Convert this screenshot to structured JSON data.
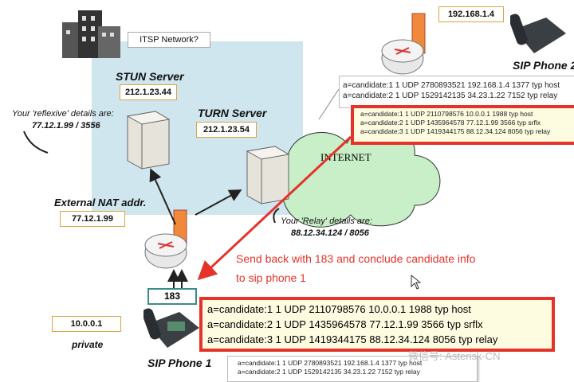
{
  "itsp_label": "ITSP Network?",
  "stun": {
    "title": "STUN Server",
    "ip": "212.1.23.44"
  },
  "turn": {
    "title": "TURN Server",
    "ip": "212.1.23.54"
  },
  "reflexive": {
    "line1": "Your 'reflexive' details are:",
    "line2": "77.12.1.99 / 3556"
  },
  "relay": {
    "line1": "Your 'Relay' details are:",
    "line2": "88.12.34.124 / 8056"
  },
  "nat": {
    "title": "External NAT addr.",
    "ip": "77.12.1.99"
  },
  "internet": "INTERNET",
  "message": {
    "line1": "Send back with 183 and conclude candidate info",
    "line2": "to sip phone 1"
  },
  "response_code": "183",
  "phone1": {
    "title": "SIP Phone 1",
    "ip": "10.0.0.1",
    "network": "private"
  },
  "phone2": {
    "title": "SIP Phone 2",
    "ip": "192.168.1.4"
  },
  "phone2_candidates": [
    "a=candidate:1 1 UDP 2780893521 192.168.1.4 1377 typ host",
    "a=candidate:2 1 UDP 1529142135 34.23.1.22 7152 typ relay"
  ],
  "phone1_candidates": [
    "a=candidate:1 1 UDP 2110798576 10.0.0.1 1988 typ host",
    "a=candidate:2 1 UDP 1435964578 77.12.1.99 3566 typ srflx",
    "a=candidate:3 1 UDP 1419344175 88.12.34.124 8056 typ relay"
  ],
  "watermark": "微信号: Asterisk-CN",
  "colors": {
    "accent_red": "#e5332a",
    "network_blue": "#cfe6ee",
    "cloud_green": "#c8efc8",
    "note_yellow": "#fdfbe0"
  }
}
